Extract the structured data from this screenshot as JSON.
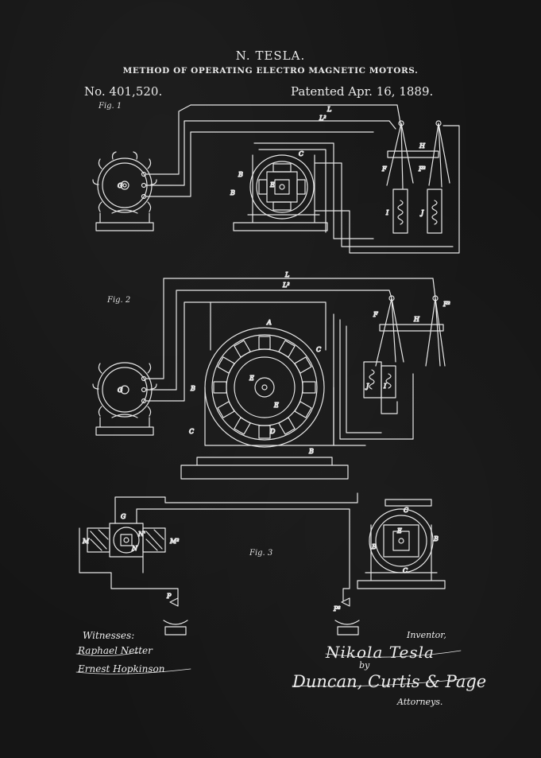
{
  "header": {
    "inventor_name": "N. TESLA.",
    "title": "METHOD OF OPERATING ELECTRO MAGNETIC MOTORS.",
    "patent_number": "No. 401,520.",
    "patent_date": "Patented Apr. 16, 1889."
  },
  "figures": {
    "fig1_label": "Fig. 1",
    "fig2_label": "Fig. 2",
    "fig3_label": "Fig. 3"
  },
  "signatures": {
    "witnesses_label": "Witnesses:",
    "witness_1": "Raphael Netter",
    "witness_2": "Ernest Hopkinson",
    "inventor_label": "Inventor,",
    "inventor_signature": "Nikola Tesla",
    "by_label": "by",
    "attorney_signature": "Duncan, Curtis & Page",
    "attorneys_label": "Attorneys."
  },
  "colors": {
    "background": "#151515",
    "ink": "#e9e9e9"
  }
}
